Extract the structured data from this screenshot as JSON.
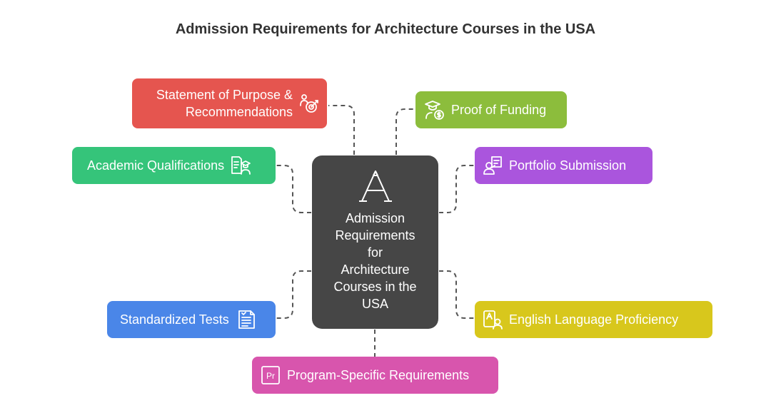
{
  "title": "Admission Requirements for Architecture Courses in the USA",
  "center": {
    "lines": [
      "Admission",
      "Requirements",
      "for",
      "Architecture",
      "Courses in the",
      "USA"
    ],
    "icon": "letter-a-icon"
  },
  "nodes": {
    "statement": {
      "line1": "Statement of Purpose &",
      "line2": "Recommendations",
      "icon": "target-person-icon",
      "color": "#e5554f"
    },
    "academic": {
      "label": "Academic Qualifications",
      "icon": "document-graduate-icon",
      "color": "#35c47a"
    },
    "standardized": {
      "label": "Standardized Tests",
      "icon": "checklist-icon",
      "color": "#4a86e8"
    },
    "program": {
      "label": "Program-Specific Requirements",
      "icon": "pr-box-icon",
      "color": "#d855ad"
    },
    "funding": {
      "label": "Proof of Funding",
      "icon": "graduate-dollar-icon",
      "color": "#8cbd3c"
    },
    "portfolio": {
      "label": "Portfolio Submission",
      "icon": "presenter-board-icon",
      "color": "#aa55dd"
    },
    "english": {
      "label": "English Language Proficiency",
      "icon": "language-person-icon",
      "color": "#d8c71c"
    }
  }
}
